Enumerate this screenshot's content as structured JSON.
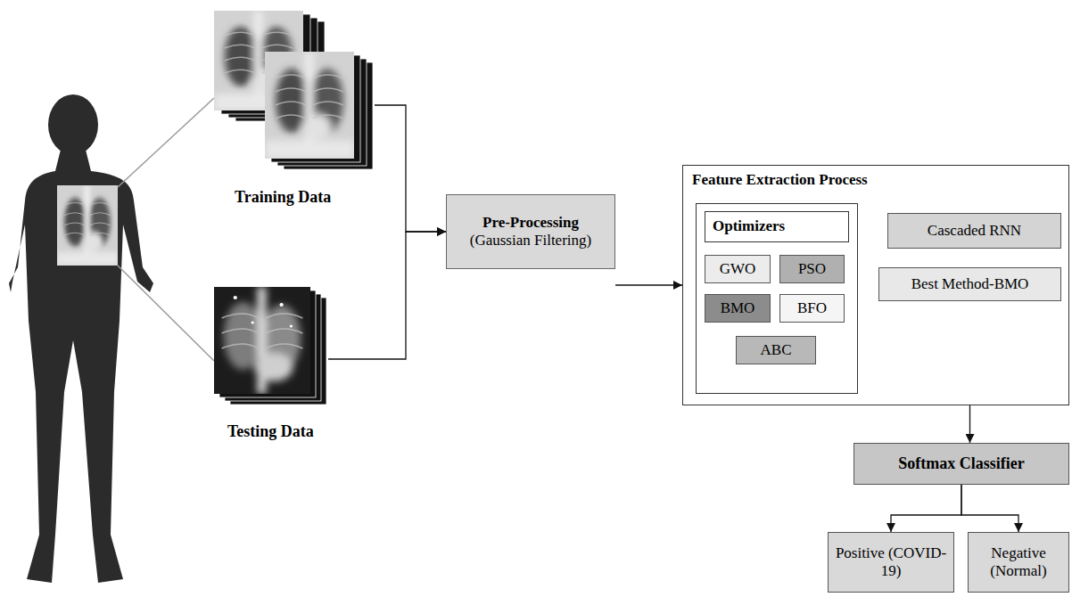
{
  "diagram": {
    "nodes": [
      {
        "text": [
          "Training Data"
        ]
      },
      {
        "text": [
          "Testing Data"
        ]
      },
      {
        "text": [
          "Pre-Processing",
          "(Gaussian Filtering)"
        ]
      },
      {
        "text": [
          "Feature Extraction Process"
        ]
      },
      {
        "text": [
          "Optimizers"
        ],
        "in": 3
      },
      {
        "text": [
          "GWO"
        ],
        "in": 4
      },
      {
        "text": [
          "PSO"
        ],
        "in": 4
      },
      {
        "text": [
          "BMO"
        ],
        "in": 4
      },
      {
        "text": [
          "BFO"
        ],
        "in": 4
      },
      {
        "text": [
          "ABC"
        ],
        "in": 4
      },
      {
        "text": [
          "Cascaded RNN"
        ],
        "in": 3
      },
      {
        "text": [
          "Best Method-BMO"
        ],
        "in": 3
      },
      {
        "text": [
          "Softmax Classifier"
        ]
      },
      {
        "text": [
          "Positive (COVID-19)"
        ]
      },
      {
        "text": [
          "Negative (Normal)"
        ]
      }
    ],
    "edges": [
      {
        "from": 0,
        "to": 2,
        "arrow": "to"
      },
      {
        "from": 1,
        "to": 2,
        "arrow": "to"
      },
      {
        "from": 2,
        "to": 3,
        "arrow": "to"
      },
      {
        "from": 4,
        "to": 10,
        "arrow": "to"
      },
      {
        "from": 10,
        "to": 11,
        "arrow": "to"
      },
      {
        "from": 11,
        "to": 12,
        "arrow": "to"
      },
      {
        "from": 12,
        "to": 13,
        "arrow": "to"
      },
      {
        "from": 12,
        "to": 14,
        "arrow": "to"
      }
    ]
  }
}
